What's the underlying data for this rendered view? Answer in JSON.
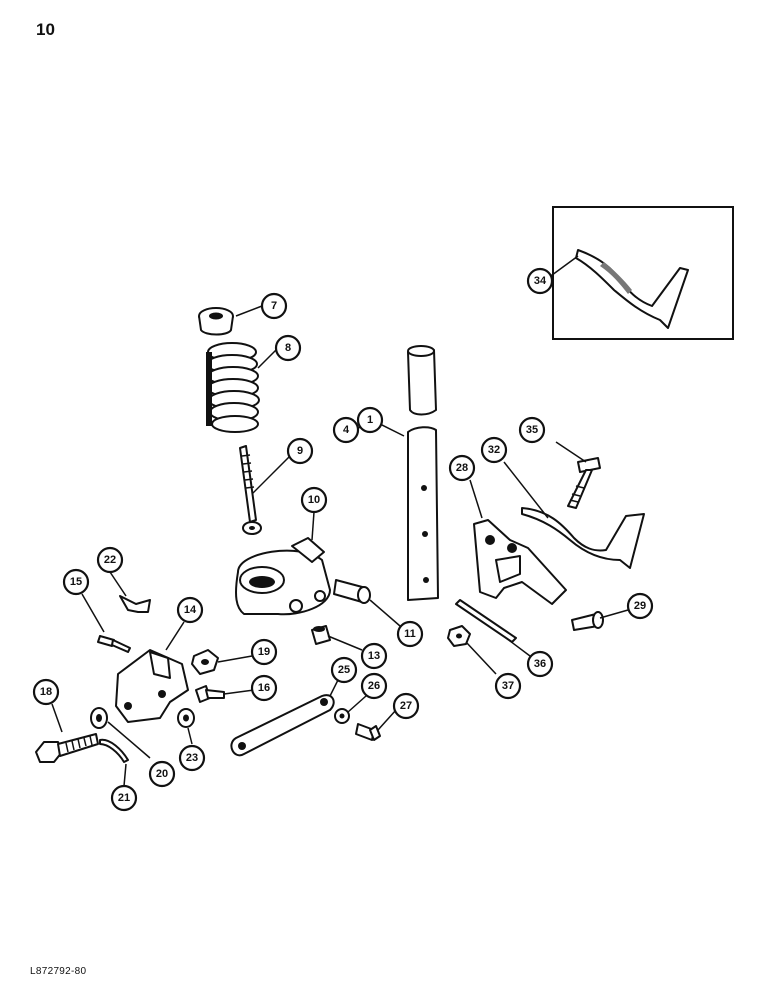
{
  "page": {
    "number": "10",
    "footer_code": "L872792-80"
  },
  "callouts": [
    {
      "id": "c7",
      "label": "7"
    },
    {
      "id": "c8",
      "label": "8"
    },
    {
      "id": "c9",
      "label": "9"
    },
    {
      "id": "c10",
      "label": "10"
    },
    {
      "id": "c4",
      "label": "4"
    },
    {
      "id": "c1",
      "label": "1"
    },
    {
      "id": "c11",
      "label": "11"
    },
    {
      "id": "c13",
      "label": "13"
    },
    {
      "id": "c14",
      "label": "14"
    },
    {
      "id": "c15",
      "label": "15"
    },
    {
      "id": "c16",
      "label": "16"
    },
    {
      "id": "c18",
      "label": "18"
    },
    {
      "id": "c19",
      "label": "19"
    },
    {
      "id": "c20",
      "label": "20"
    },
    {
      "id": "c21",
      "label": "21"
    },
    {
      "id": "c22",
      "label": "22"
    },
    {
      "id": "c23",
      "label": "23"
    },
    {
      "id": "c25",
      "label": "25"
    },
    {
      "id": "c26",
      "label": "26"
    },
    {
      "id": "c27",
      "label": "27"
    },
    {
      "id": "c28",
      "label": "28"
    },
    {
      "id": "c29",
      "label": "29"
    },
    {
      "id": "c32",
      "label": "32"
    },
    {
      "id": "c34",
      "label": "34"
    },
    {
      "id": "c35",
      "label": "35"
    },
    {
      "id": "c36",
      "label": "36"
    },
    {
      "id": "c37",
      "label": "37"
    }
  ]
}
